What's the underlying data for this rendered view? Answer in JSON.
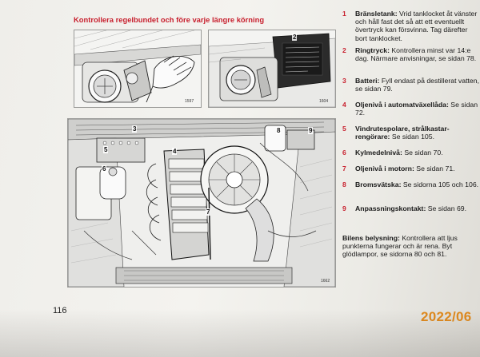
{
  "page_title": "Kontrollera regelbundet och före varje längre körning",
  "figures": {
    "fuel_cap": {
      "ref": "1597"
    },
    "tire_label": {
      "ref": "1604",
      "callout": "2"
    },
    "engine_bay": {
      "ref": "1662",
      "callouts": [
        "3",
        "4",
        "5",
        "6",
        "7",
        "8",
        "9"
      ]
    }
  },
  "items": [
    {
      "num": "1",
      "head": "Bränsletank:",
      "text": " Vrid tanklocket åt vänster och håll fast det så att ett eventuellt övertryck kan försvinna. Tag därefter bort tanklocket."
    },
    {
      "num": "2",
      "head": "Ringtryck:",
      "text": " Kontrollera minst var 14:e dag. Närmare anvisningar, se sidan 78."
    },
    {
      "num": "3",
      "head": "Batteri:",
      "text": " Fyll endast på destillerat vatten, se sidan 79."
    },
    {
      "num": "4",
      "head": "Oljenivå i automatväxellåda:",
      "text": " Se sidan 72."
    },
    {
      "num": "5",
      "head": "Vindrutespolare, strålkastar-rengörare:",
      "text": " Se sidan 105."
    },
    {
      "num": "6",
      "head": "Kylmedelnivå:",
      "text": " Se sidan 70."
    },
    {
      "num": "7",
      "head": "Oljenivå i motorn:",
      "text": " Se sidan 71."
    },
    {
      "num": "8",
      "head": "Bromsvätska:",
      "text": " Se sidorna 105 och 106."
    },
    {
      "num": "9",
      "head": "Anpassningskontakt:",
      "text": " Se sidan 69."
    }
  ],
  "lights": {
    "head": "Bilens belysning:",
    "text": " Kontrollera att ljus punkterna fungerar och är rena. Byt glödlampor, se sidorna 80 och 81."
  },
  "page_number": "116",
  "datestamp": "2022/06",
  "colors": {
    "accent_red": "#c8202e",
    "datestamp_orange": "#e08a1e"
  }
}
